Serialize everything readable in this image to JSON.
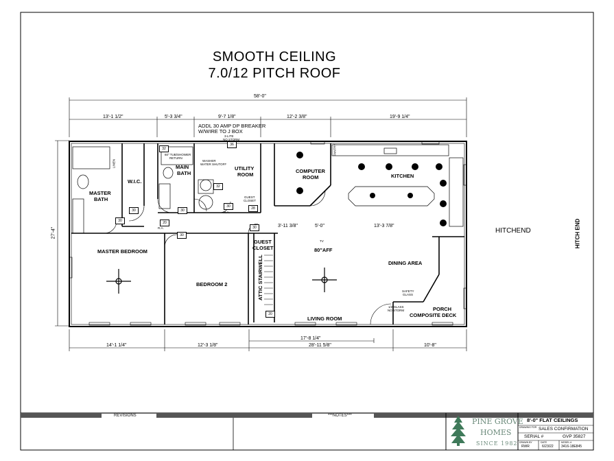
{
  "title": {
    "line1": "SMOOTH CEILING",
    "line2": "7.0/12 PITCH ROOF"
  },
  "dimensions": {
    "overall": "58'-0\"",
    "top": [
      "13'-1 1/2\"",
      "5'-3 3/4\"",
      "9'-7 1/8\"",
      "12'-2 3/8\"",
      "19'-9 1/4\""
    ],
    "left": "27'-4\"",
    "bottom": [
      "14'-1 1/4\"",
      "12'-3 1/8\"",
      "28'-11 5/8\"",
      "10'-8\""
    ],
    "bottom_inner": "17'-8 1/4\"",
    "living_span": [
      "3'-11 3/8\"",
      "5'-0\"",
      "13'-3 7/8\""
    ]
  },
  "notes": {
    "breaker": "ADDL 30 AMP DP BREAKER",
    "wire": "W/WIRE TO J BOX",
    "fan_height": "80\"AFF",
    "stairwell": "ATTIC STAIRWELL"
  },
  "rooms": {
    "master_bath": [
      "MASTER",
      "BATH"
    ],
    "wic": "W.I.C.",
    "main_bath": [
      "MAIN",
      "BATH"
    ],
    "utility": [
      "UTILITY",
      "ROOM"
    ],
    "computer": [
      "COMPUTER",
      "ROOM"
    ],
    "kitchen": "KITCHEN",
    "master_bedroom": "MASTER BEDROOM",
    "bedroom2": "BEDROOM 2",
    "guest_closet": [
      "GUEST",
      "CLOSET"
    ],
    "dining": "DINING AREA",
    "porch": [
      "PORCH",
      "COMPOSITE DECK"
    ],
    "living": "LIVING ROOM"
  },
  "small_labels": {
    "shower": [
      "60\" TUB/SHOWER",
      "RETURN"
    ],
    "washer": [
      "WASHER",
      "WATER SHUTOFF"
    ],
    "lite": [
      "3-LITE",
      "NO STORM"
    ],
    "guest_cl": [
      "GUEST",
      "CLOSET"
    ],
    "linen": "LINEN",
    "safety": [
      "SAFETY",
      "GLASS"
    ],
    "glass_door": [
      "1/2 GLASS",
      "NO STORM"
    ],
    "tv": "TV",
    "ra": "R.A.",
    "pantry": "PANTRY"
  },
  "door_sizes": [
    "30",
    "30",
    "30",
    "32",
    "30",
    "28",
    "32",
    "36",
    "20",
    "30",
    "20",
    "30"
  ],
  "hitch": {
    "side": "HITCHEND",
    "end": "HITCH END"
  },
  "title_block": {
    "revisions": "REVISIONS",
    "notes": "***NOTES***",
    "heading": "8'-0\" FLAT CEILINGS",
    "drawing_label": "DRAWING FOR",
    "drawing": "SALES CONFIRMATION",
    "serial_label": "SERIAL #",
    "serial": "GVP 35827",
    "drawn_label": "DRAWN BY",
    "drawn": "RWR",
    "date_label": "DATE",
    "date": "6/23/22",
    "model_label": "MODEL #",
    "model": "3416-18E845"
  },
  "logo": {
    "line1": "PINE GROVE",
    "line2": "HOMES",
    "line3": "SINCE 1982"
  },
  "colors": {
    "line": "#000000",
    "logo_green": "#3f7a5a"
  }
}
